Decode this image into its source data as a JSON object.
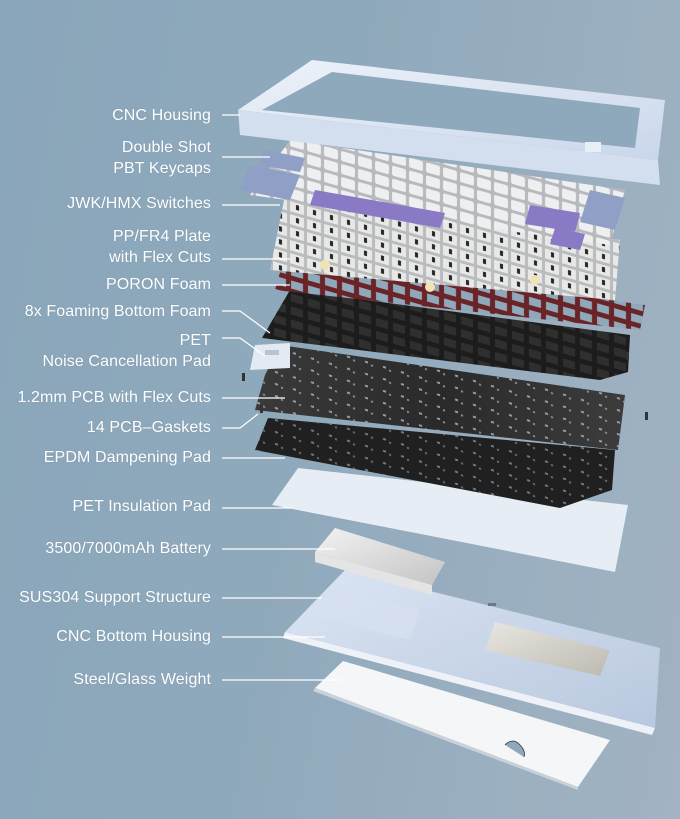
{
  "diagram": {
    "title": "Exploded keyboard layer structure",
    "background_color": "#8fa9bc",
    "label_color": "#ffffff",
    "leader_line_color": "#ffffff",
    "layers": [
      {
        "id": "cnc-housing",
        "label": "CNC Housing",
        "label_lines": [
          "CNC Housing"
        ]
      },
      {
        "id": "keycaps",
        "label": "Double Shot PBT Keycaps",
        "label_lines": [
          "Double Shot",
          "PBT Keycaps"
        ]
      },
      {
        "id": "switches",
        "label": "JWK/HMX Switches",
        "label_lines": [
          "JWK/HMX Switches"
        ]
      },
      {
        "id": "plate",
        "label": "PP/FR4 Plate with Flex Cuts",
        "label_lines": [
          "PP/FR4 Plate",
          "with Flex Cuts"
        ]
      },
      {
        "id": "poron-foam",
        "label": "PORON Foam",
        "label_lines": [
          "PORON Foam"
        ]
      },
      {
        "id": "bottom-foam",
        "label": "8x Foaming Bottom Foam",
        "label_lines": [
          "8x Foaming Bottom Foam"
        ]
      },
      {
        "id": "pet-noise-pad",
        "label": "PET Noise Cancellation Pad",
        "label_lines": [
          "PET",
          "Noise Cancellation Pad"
        ]
      },
      {
        "id": "pcb",
        "label": "1.2mm PCB with Flex Cuts",
        "label_lines": [
          "1.2mm PCB with Flex Cuts"
        ]
      },
      {
        "id": "pcb-gaskets",
        "label": "14 PCB-Gaskets",
        "label_lines": [
          "14 PCB–Gaskets"
        ]
      },
      {
        "id": "epdm-pad",
        "label": "EPDM Dampening Pad",
        "label_lines": [
          "EPDM Dampening Pad"
        ]
      },
      {
        "id": "pet-insulation-pad",
        "label": "PET Insulation Pad",
        "label_lines": [
          "PET Insulation Pad"
        ]
      },
      {
        "id": "battery",
        "label": "3500/7000mAh Battery",
        "label_lines": [
          "3500/7000mAh Battery"
        ]
      },
      {
        "id": "support-structure",
        "label": "SUS304 Support Structure",
        "label_lines": [
          "SUS304 Support Structure"
        ]
      },
      {
        "id": "bottom-housing",
        "label": "CNC Bottom Housing",
        "label_lines": [
          "CNC Bottom Housing"
        ]
      },
      {
        "id": "weight",
        "label": "Steel/Glass Weight",
        "label_lines": [
          "Steel/Glass Weight"
        ]
      }
    ],
    "colors": {
      "housing": "#dfe8f4",
      "keycap_white": "#e9eaec",
      "keycap_blue": "#8f9fc6",
      "keycap_purple": "#8a79c4",
      "switch_body": "#e6e6e4",
      "switch_stem": "#2a2a2a",
      "poron_foam": "#5a1e22",
      "bottom_foam": "#1e1e1e",
      "pcb": "#2b2b2b",
      "epdm": "#222222",
      "pet_pad": "#e6ecf3",
      "battery": "#d6d6d6",
      "bottom_housing": "#c9d5ea",
      "weight": "#f6f8fa"
    }
  }
}
